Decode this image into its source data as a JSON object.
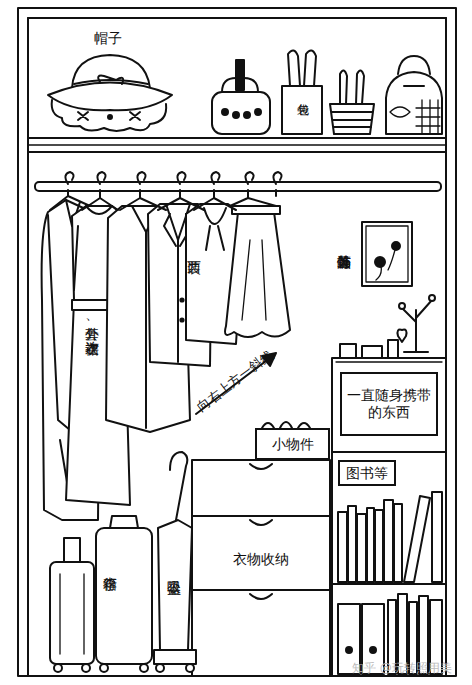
{
  "diagram": {
    "nodes": [
      {
        "text": [
          "一直随身携带的东西"
        ]
      },
      {
        "text": [
          "小物件"
        ]
      },
      {
        "text": [
          "图书等"
        ]
      },
      {
        "text": [
          "衣物收纳"
        ]
      }
    ],
    "labels": [
      "帽子",
      "包袋",
      "西装",
      "外套、连衣裙",
      "首饰等装饰品",
      "向右上方一斜线",
      "行李箱",
      "吸尘器",
      "知乎 @玩转照用美"
    ]
  }
}
